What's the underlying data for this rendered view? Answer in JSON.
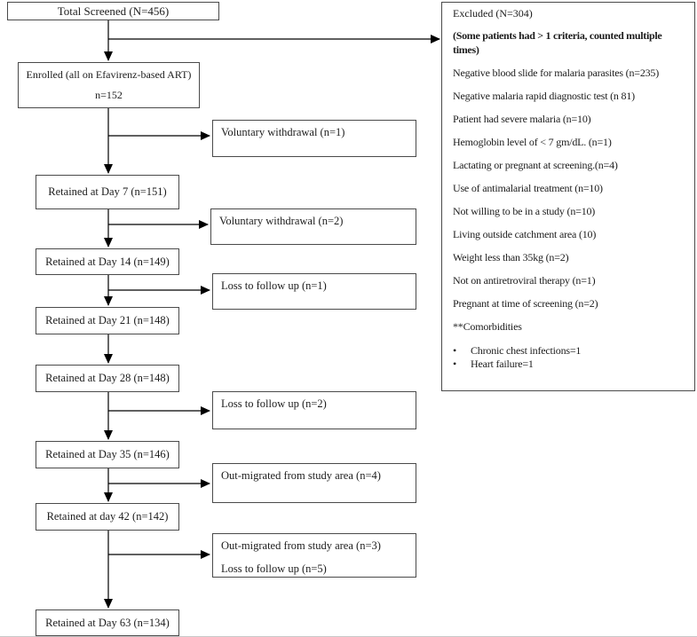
{
  "figure": {
    "type": "consort-flow-diagram"
  },
  "flow": {
    "total": {
      "label": "Total Screened (N=456)"
    },
    "enrolled": {
      "line1": "Enrolled (all on Efavirenz-based ART)",
      "line2": "n=152"
    },
    "day7": {
      "label": "Retained at Day 7 (n=151)"
    },
    "day14": {
      "label": "Retained at Day 14 (n=149)"
    },
    "day21": {
      "label": "Retained at Day 21 (n=148)"
    },
    "day28": {
      "label": "Retained at Day 28 (n=148)"
    },
    "day35": {
      "label": "Retained at Day 35 (n=146)"
    },
    "day42": {
      "label": "Retained at day 42 (n=142)"
    },
    "day63": {
      "label": "Retained at Day 63 (n=134)"
    }
  },
  "dropouts": {
    "vw1": {
      "line1": "Voluntary withdrawal (n=1)"
    },
    "vw2": {
      "line1": "Voluntary withdrawal (n=2)"
    },
    "lf1": {
      "line1": "Loss to follow up (n=1)"
    },
    "lf2": {
      "line1": "Loss to follow up (n=2)"
    },
    "om4": {
      "line1": "Out-migrated from study area (n=4)"
    },
    "om3": {
      "line1": "Out-migrated from study area (n=3)",
      "line2": "Loss to follow up (n=5)"
    }
  },
  "excluded": {
    "title": "Excluded (N=304)",
    "note_line1": "(Some patients had > 1 criteria, counted multiple",
    "note_line2": "times)",
    "items": [
      "Negative blood slide for malaria parasites (n=235)",
      "Negative malaria rapid diagnostic test (n 81)",
      "Patient had severe malaria (n=10)",
      "Hemoglobin level of < 7 gm/dL. (n=1)",
      "Lactating or pregnant at screening.(n=4)",
      "Use of antimalarial treatment (n=10)",
      "Not willing to be in a study (n=10)",
      "Living outside catchment area (10)",
      "Weight less than 35kg (n=2)",
      "Not on antiretroviral therapy (n=1)",
      "Pregnant at time of screening (n=2)"
    ],
    "comorbidities_header": "**Comorbidities",
    "bullet": "•",
    "comorbidities": [
      "Chronic chest  infections=1",
      "Heart failure=1"
    ]
  },
  "colors": {
    "box_border": "#4a4a4a",
    "arrow": "#000000",
    "background": "#ffffff"
  }
}
